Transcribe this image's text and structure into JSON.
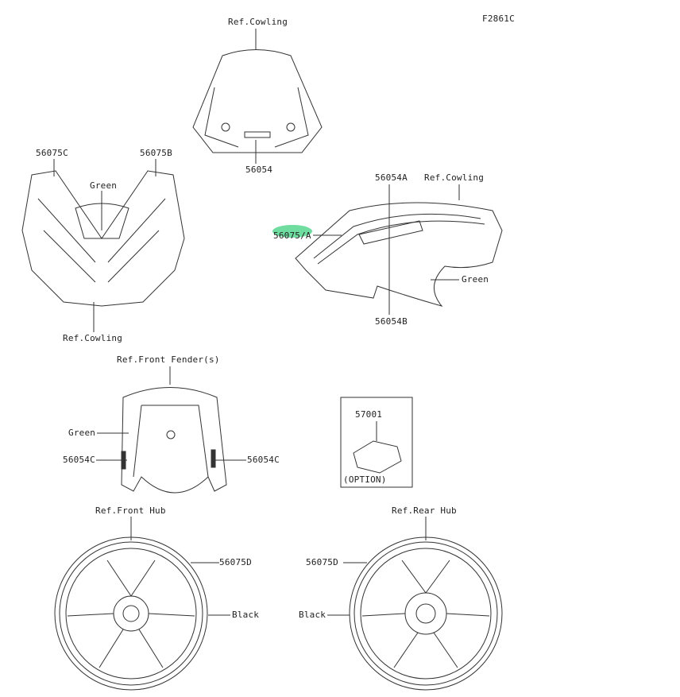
{
  "diagram_code": "F2861C",
  "highlight_color": "#6fdca0",
  "labels": {
    "windshield_ref": "Ref.Cowling",
    "windshield_part": "56054",
    "front_left": "56075C",
    "front_right": "56075B",
    "front_green": "Green",
    "front_ref": "Ref.Cowling",
    "side_part_a": "56054A",
    "side_ref": "Ref.Cowling",
    "side_highlight": "56075/A",
    "side_green": "Green",
    "side_part_b": "56054B",
    "fender_ref": "Ref.Front Fender(s)",
    "fender_green": "Green",
    "fender_left": "56054C",
    "fender_right": "56054C",
    "option_part": "57001",
    "option_label": "(OPTION)",
    "front_hub_ref": "Ref.Front Hub",
    "front_hub_part": "56075D",
    "front_hub_color": "Black",
    "rear_hub_ref": "Ref.Rear Hub",
    "rear_hub_part": "56075D",
    "rear_hub_color": "Black"
  }
}
